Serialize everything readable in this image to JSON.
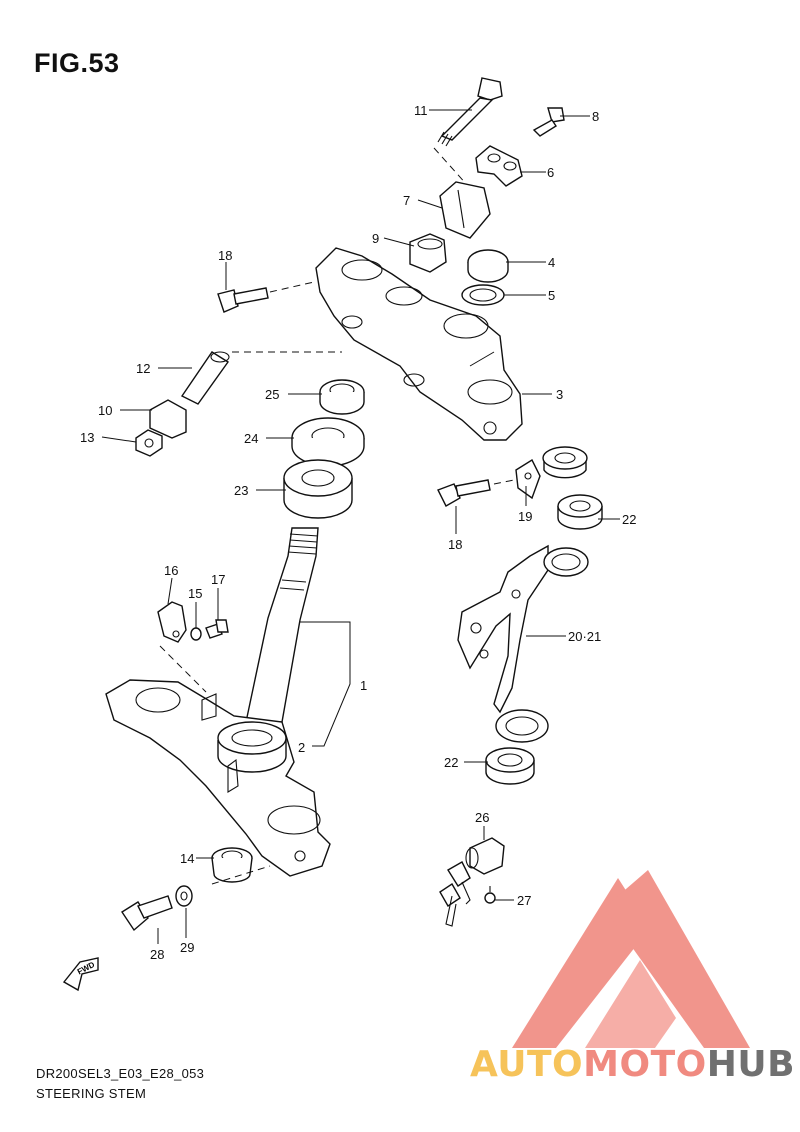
{
  "figure": {
    "title": "FIG.53"
  },
  "footer": {
    "code": "DR200SEL3_E03_E28_053",
    "section": "STEERING STEM"
  },
  "fwd_label": "FWD",
  "watermark": {
    "text_part1": "AUTO",
    "text_part2": "MOTO",
    "text_part3": "HUB",
    "colors": {
      "logo": "#f08a80",
      "auto": "#f6c35a",
      "moto": "#f08a80",
      "hub": "#707070"
    }
  },
  "callouts": {
    "c1": "1",
    "c2": "2",
    "c3": "3",
    "c4": "4",
    "c5": "5",
    "c6": "6",
    "c7": "7",
    "c8": "8",
    "c9": "9",
    "c10": "10",
    "c11": "11",
    "c12": "12",
    "c13": "13",
    "c14": "14",
    "c15": "15",
    "c16": "16",
    "c17": "17",
    "c18a": "18",
    "c18b": "18",
    "c19": "19",
    "c2021": "20·21",
    "c22a": "22",
    "c22b": "22",
    "c23": "23",
    "c24": "24",
    "c25": "25",
    "c26": "26",
    "c27": "27",
    "c28": "28",
    "c29": "29"
  }
}
